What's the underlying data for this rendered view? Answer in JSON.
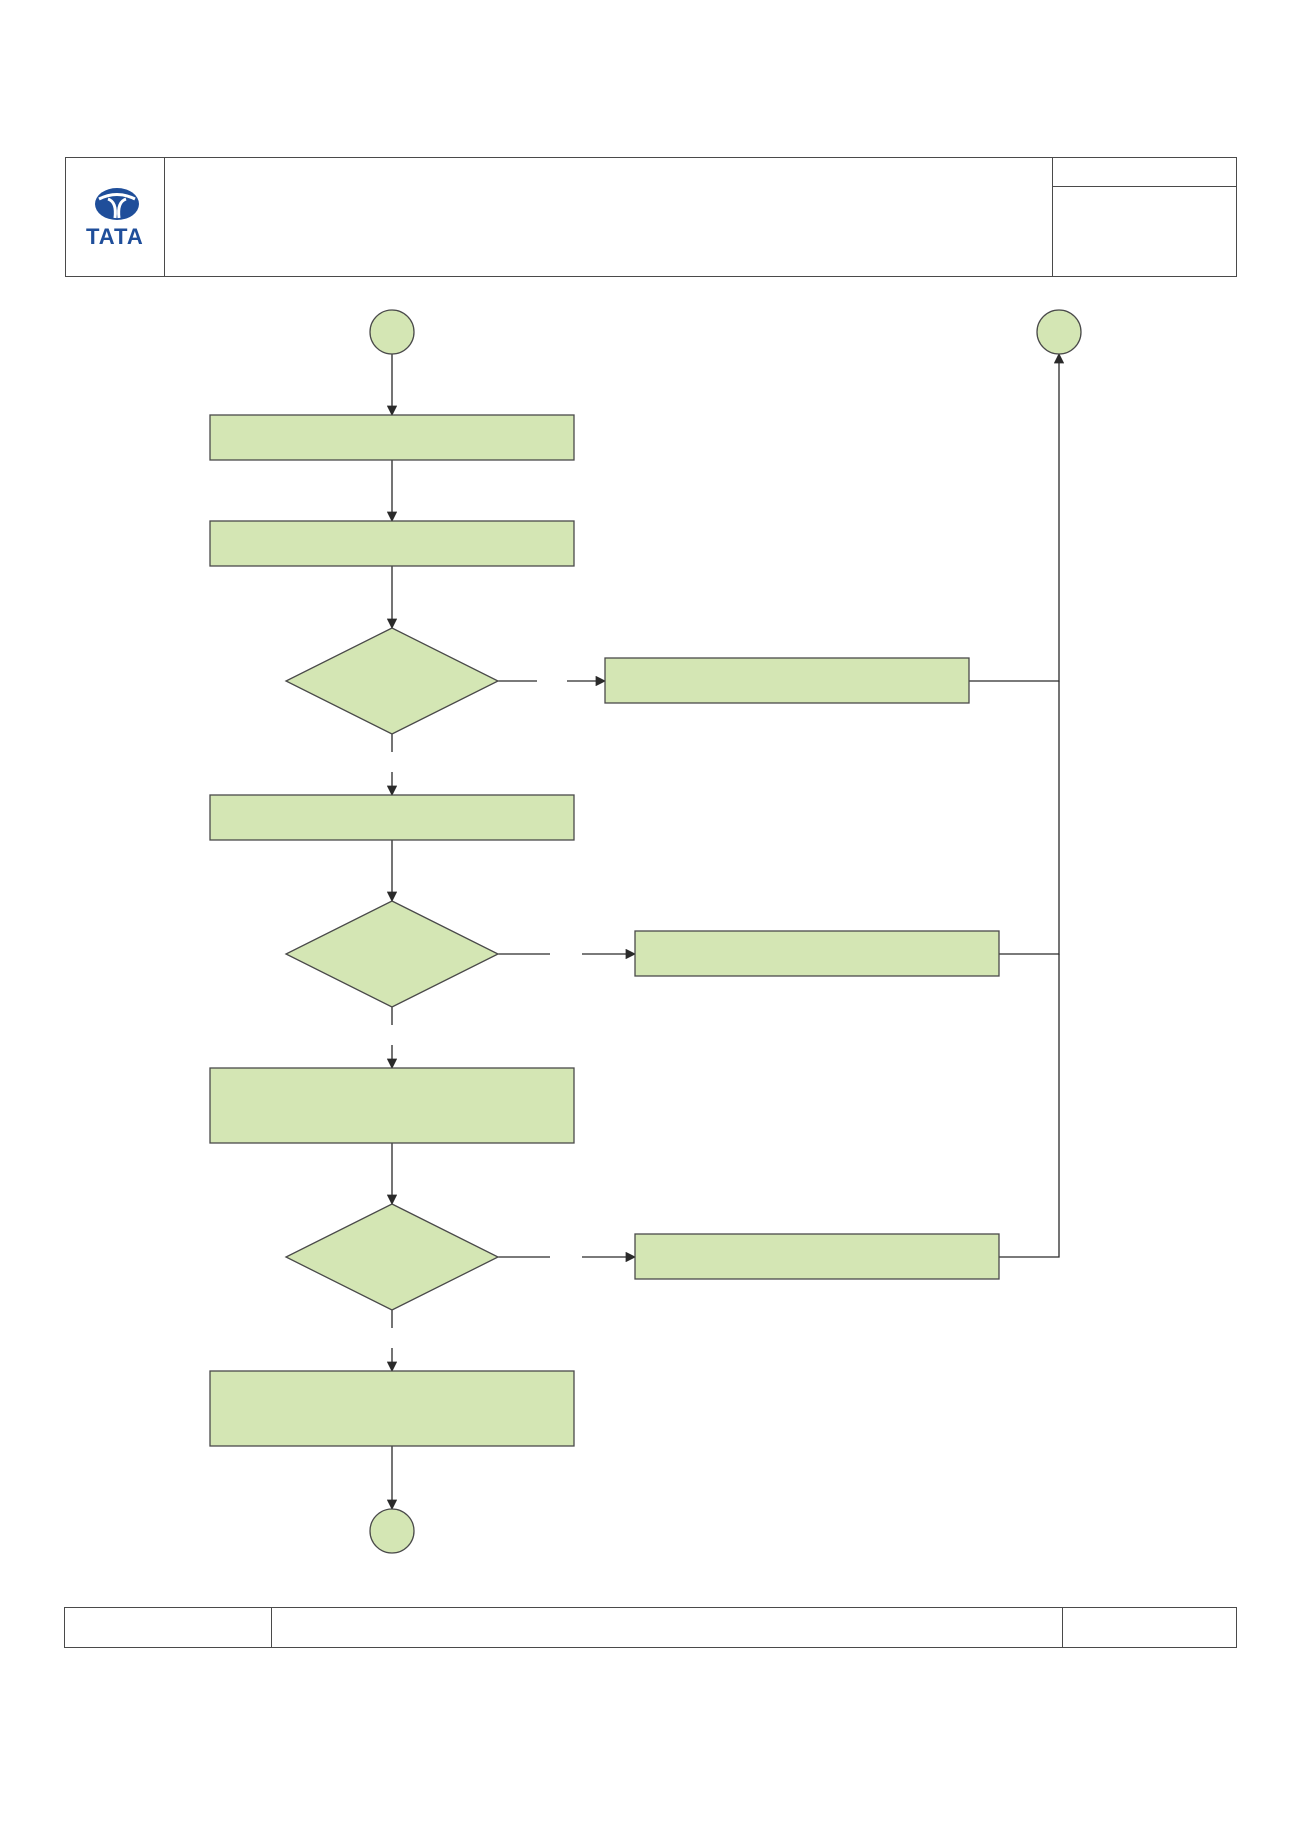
{
  "header": {
    "logo_text": "TATA"
  },
  "colors": {
    "brand": "#1f4e9a",
    "node_fill": "#d4e6b4",
    "node_stroke": "#4a4a4a",
    "line": "#2a2a2a"
  },
  "diagram": {
    "nodes": [
      {
        "id": "start-connector",
        "shape": "circle",
        "label": ""
      },
      {
        "id": "exit-connector",
        "shape": "circle",
        "label": ""
      },
      {
        "id": "process-1",
        "shape": "rect",
        "label": ""
      },
      {
        "id": "process-2",
        "shape": "rect",
        "label": ""
      },
      {
        "id": "decision-1",
        "shape": "diamond",
        "label": ""
      },
      {
        "id": "side-process-1",
        "shape": "rect",
        "label": ""
      },
      {
        "id": "process-3",
        "shape": "rect",
        "label": ""
      },
      {
        "id": "decision-2",
        "shape": "diamond",
        "label": ""
      },
      {
        "id": "side-process-2",
        "shape": "rect",
        "label": ""
      },
      {
        "id": "process-4",
        "shape": "rect",
        "label": ""
      },
      {
        "id": "decision-3",
        "shape": "diamond",
        "label": ""
      },
      {
        "id": "side-process-3",
        "shape": "rect",
        "label": ""
      },
      {
        "id": "process-5",
        "shape": "rect",
        "label": ""
      },
      {
        "id": "end-connector",
        "shape": "circle",
        "label": ""
      }
    ],
    "edges": [
      {
        "from": "start-connector",
        "to": "process-1",
        "label": ""
      },
      {
        "from": "process-1",
        "to": "process-2",
        "label": ""
      },
      {
        "from": "process-2",
        "to": "decision-1",
        "label": ""
      },
      {
        "from": "decision-1",
        "to": "side-process-1",
        "label": ""
      },
      {
        "from": "decision-1",
        "to": "process-3",
        "label": ""
      },
      {
        "from": "process-3",
        "to": "decision-2",
        "label": ""
      },
      {
        "from": "decision-2",
        "to": "side-process-2",
        "label": ""
      },
      {
        "from": "decision-2",
        "to": "process-4",
        "label": ""
      },
      {
        "from": "process-4",
        "to": "decision-3",
        "label": ""
      },
      {
        "from": "decision-3",
        "to": "side-process-3",
        "label": ""
      },
      {
        "from": "decision-3",
        "to": "process-5",
        "label": ""
      },
      {
        "from": "process-5",
        "to": "end-connector",
        "label": ""
      },
      {
        "from": "side-process-1",
        "to": "exit-connector",
        "label": ""
      },
      {
        "from": "side-process-2",
        "to": "exit-connector",
        "label": ""
      },
      {
        "from": "side-process-3",
        "to": "exit-connector",
        "label": ""
      }
    ]
  }
}
